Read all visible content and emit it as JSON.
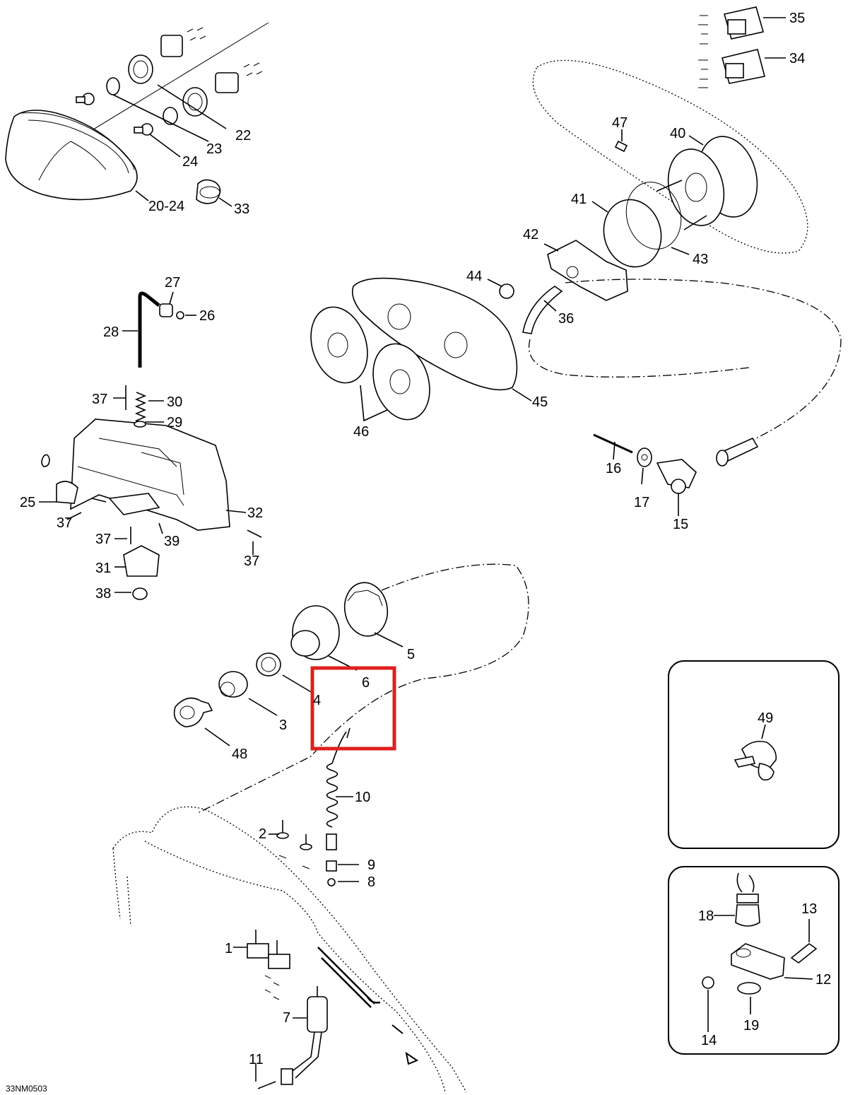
{
  "drawing_code": "33NM0503",
  "callouts": [
    "1",
    "2",
    "3",
    "4",
    "5",
    "6",
    "7",
    "8",
    "9",
    "10",
    "11",
    "12",
    "13",
    "14",
    "15",
    "16",
    "17",
    "18",
    "19",
    "20-24",
    "22",
    "23",
    "24",
    "25",
    "26",
    "27",
    "28",
    "29",
    "30",
    "31",
    "32",
    "33",
    "34",
    "35",
    "36",
    "37",
    "38",
    "39",
    "40",
    "41",
    "42",
    "43",
    "44",
    "45",
    "46",
    "47",
    "48",
    "49"
  ],
  "highlight_color": "#e02020",
  "line_color": "#000000"
}
